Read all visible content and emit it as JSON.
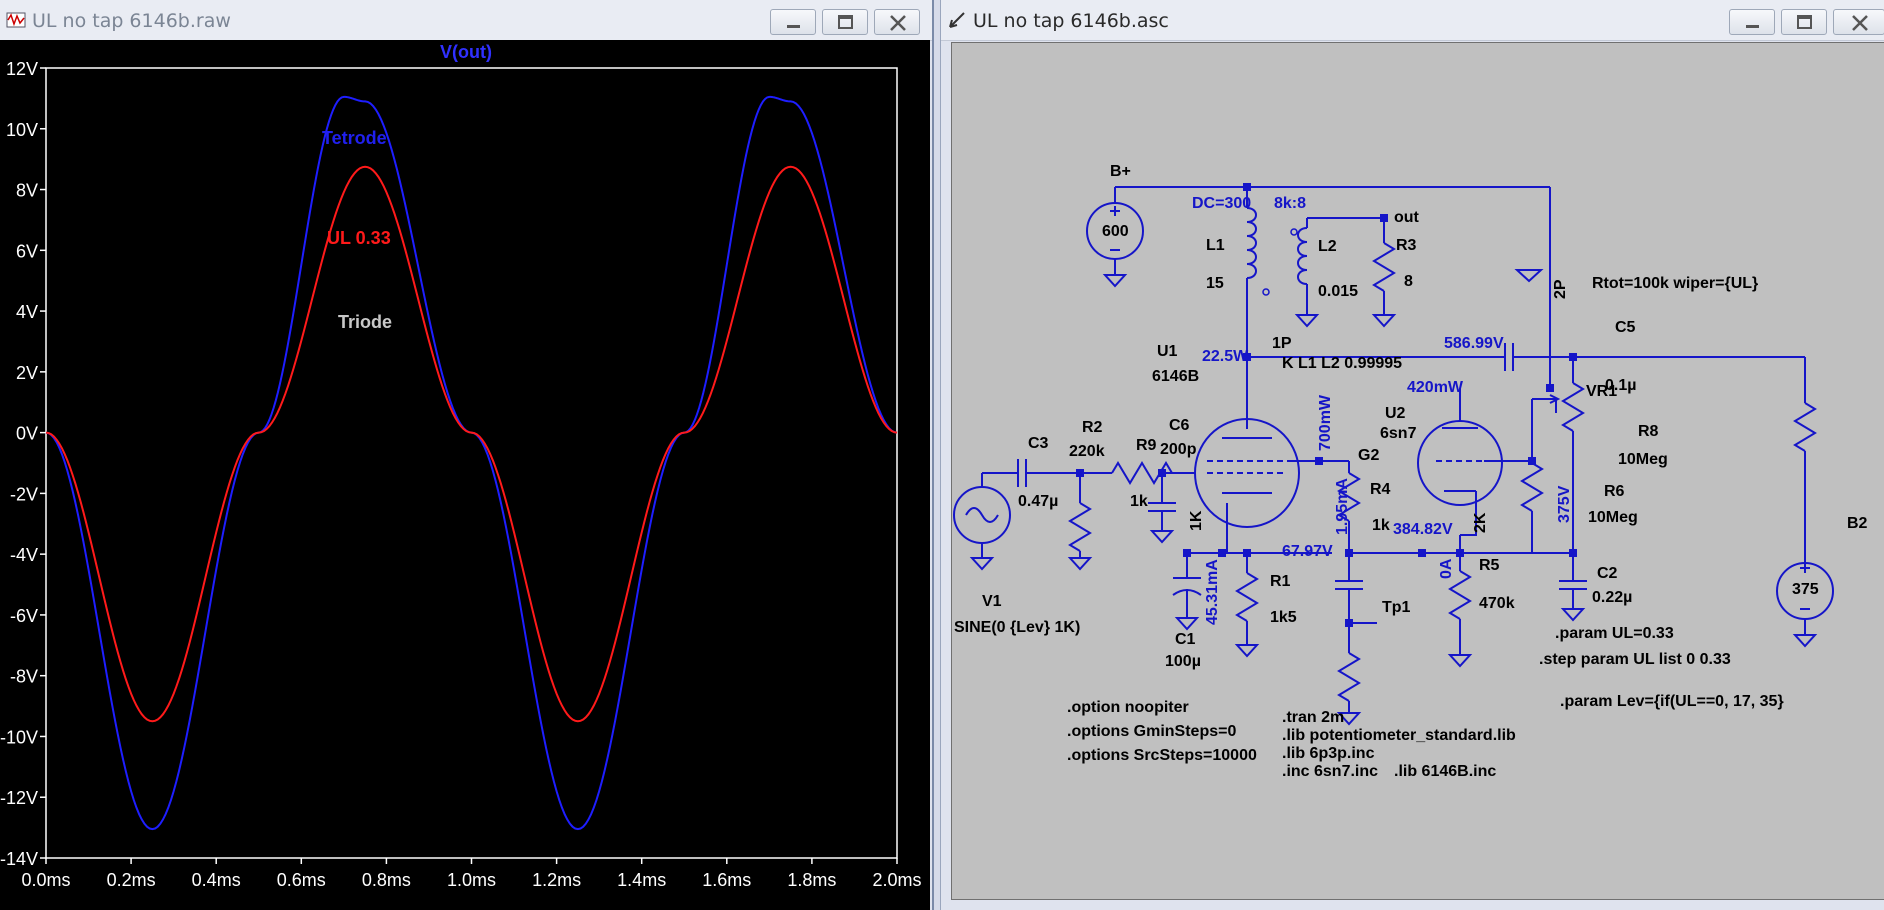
{
  "left_window": {
    "title": "UL no tap 6146b.raw",
    "trace_label": "V(out)",
    "legend": {
      "tetrode": "Tetrode",
      "ul": "UL 0.33",
      "triode": "Triode"
    },
    "y_ticks": [
      "12V",
      "10V",
      "8V",
      "6V",
      "4V",
      "2V",
      "0V",
      "-2V",
      "-4V",
      "-6V",
      "-8V",
      "-10V",
      "-12V",
      "-14V"
    ],
    "x_ticks": [
      "0.0ms",
      "0.2ms",
      "0.4ms",
      "0.6ms",
      "0.8ms",
      "1.0ms",
      "1.2ms",
      "1.4ms",
      "1.6ms",
      "1.8ms",
      "2.0ms"
    ]
  },
  "chart_data": {
    "type": "line",
    "title": "V(out)",
    "xlabel": "",
    "ylabel": "",
    "xlim": [
      0,
      2.0
    ],
    "ylim": [
      -14,
      12
    ],
    "x_unit": "ms",
    "y_unit": "V",
    "series": [
      {
        "name": "Tetrode",
        "color": "#1e1eff",
        "x": [
          0.0,
          0.25,
          0.5,
          0.7,
          0.75,
          1.0,
          1.25,
          1.5,
          1.7,
          1.75,
          2.0
        ],
        "values": [
          0,
          -13.05,
          0,
          11.05,
          10.9,
          0,
          -13.05,
          0,
          11.05,
          10.9,
          0
        ]
      },
      {
        "name": "UL 0.33",
        "color": "#ff1a1a",
        "x": [
          0.0,
          0.25,
          0.5,
          0.75,
          1.0,
          1.25,
          1.5,
          1.75,
          2.0
        ],
        "values": [
          0,
          -9.5,
          0,
          8.75,
          0,
          -9.5,
          0,
          8.75,
          0
        ]
      }
    ]
  },
  "right_window": {
    "title": "UL no tap 6146b.asc",
    "labels": {
      "bplus": "B+",
      "v600": "600",
      "dc300": "DC=300",
      "k8": "8k:8",
      "out": "out",
      "r3": "R3",
      "r3v": "8",
      "l1": "L1",
      "l1v": "15",
      "l2": "L2",
      "l2v": "0.015",
      "p2": "2P",
      "rtot": "Rtot=100k wiper={UL}",
      "c5": "C5",
      "c5v": "0.1µ",
      "p1": "1P",
      "kl1l2": "K L1 L2 0.99995",
      "v5869": "586.99V",
      "w225": "22.5W",
      "u1": "U1",
      "u1v": "6146B",
      "mw420": "420mW",
      "u2": "U2",
      "u2v": "6sn7",
      "vr1": "VR1",
      "r8": "R8",
      "r8v": "10Meg",
      "r2": "R2",
      "r2v": "220k",
      "c3": "C3",
      "c3v": "0.47µ",
      "r9": "R9",
      "r9v": "1k",
      "c6": "C6",
      "c6v": "200p",
      "mw700": "700mW",
      "g2": "G2",
      "r4": "R4",
      "r4v": "1k",
      "ma195": "1.95mA",
      "v384": "384.82V",
      "k1": "1K",
      "k2": "2K",
      "v375": "375V",
      "r6": "R6",
      "r6v": "10Meg",
      "b2": "B2",
      "b2v": "375",
      "v6797": "67.97V",
      "a0": "0A",
      "r5": "R5",
      "r5v": "470k",
      "c2": "C2",
      "c2v": "0.22µ",
      "ma4531": "45.31mA",
      "r1": "R1",
      "r1v": "1k5",
      "tp1": "Tp1",
      "v1": "V1",
      "sine": "SINE(0 {Lev} 1K)",
      "c1": "C1",
      "c1v": "100µ",
      "param_ul": ".param UL=0.33",
      "step": ".step param UL list 0 0.33",
      "param_lev": ".param Lev={if(UL==0, 17, 35}",
      "opt1": ".option noopiter",
      "opt2": ".options GminSteps=0",
      "opt3": ".options SrcSteps=10000",
      "tran": ".tran 2m",
      "lib1": ".lib potentiometer_standard.lib",
      "lib2": ".lib 6p3p.inc",
      "inc1": ".inc 6sn7.inc",
      "lib3": ".lib 6146B.inc"
    }
  }
}
